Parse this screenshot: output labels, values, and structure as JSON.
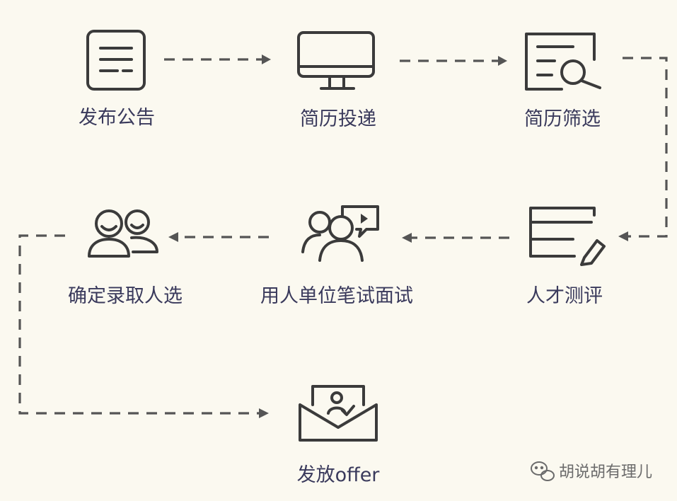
{
  "diagram": {
    "steps": [
      {
        "id": "post",
        "label": "发布公告",
        "icon": "notice-document-icon"
      },
      {
        "id": "submit",
        "label": "简历投递",
        "icon": "monitor-icon"
      },
      {
        "id": "screen",
        "label": "简历筛选",
        "icon": "resume-search-icon"
      },
      {
        "id": "assess",
        "label": "人才测评",
        "icon": "clipboard-pen-icon"
      },
      {
        "id": "interview",
        "label": "用人单位笔试面试",
        "icon": "people-chat-icon"
      },
      {
        "id": "select",
        "label": "确定录取人选",
        "icon": "smiling-people-icon"
      },
      {
        "id": "offer",
        "label": "发放offer",
        "icon": "offer-envelope-icon"
      }
    ],
    "flow_order": [
      "post",
      "submit",
      "screen",
      "assess",
      "interview",
      "select",
      "offer"
    ]
  },
  "watermark": {
    "text": "胡说胡有理儿",
    "icon": "chat-bubbles-icon"
  },
  "colors": {
    "background": "#fbf9f0",
    "label_text": "#3a3a5c",
    "icon_stroke": "#3b3b3b",
    "arrow": "#555555"
  }
}
